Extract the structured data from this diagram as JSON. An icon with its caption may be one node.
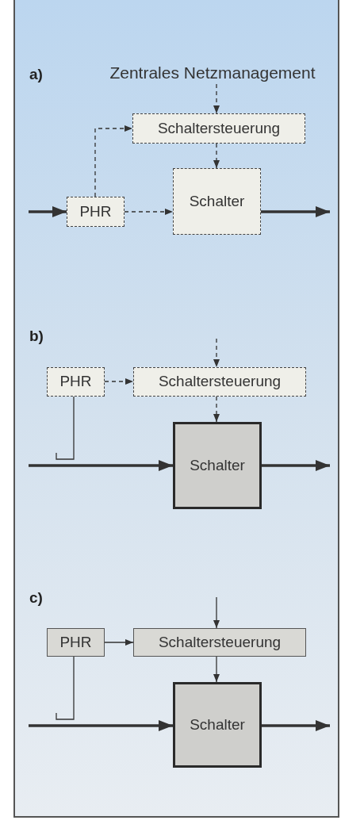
{
  "diagram": {
    "nodes": [
      {
        "text": [
          "Zentrales Netzmanagement"
        ]
      },
      {
        "text": [
          "Schaltersteuerung"
        ]
      },
      {
        "text": [
          "PHR"
        ]
      },
      {
        "text": [
          "Schalter"
        ]
      },
      {
        "text": [
          "PHR"
        ]
      },
      {
        "text": [
          "Schaltersteuerung"
        ]
      },
      {
        "text": [
          "Schalter"
        ]
      },
      {
        "text": [
          "PHR"
        ]
      },
      {
        "text": [
          "Schaltersteuerung"
        ]
      },
      {
        "text": [
          "Schalter"
        ]
      }
    ],
    "edges": [
      {
        "from": 0,
        "to": 1,
        "arrow": "to",
        "style": "dashed"
      },
      {
        "from": 2,
        "to": 1,
        "arrow": "to",
        "style": "dashed"
      },
      {
        "from": 2,
        "to": 3,
        "arrow": "to",
        "style": "dashed"
      },
      {
        "from": 1,
        "to": 3,
        "arrow": "to",
        "style": "dashed"
      },
      {
        "from": null,
        "to": 2,
        "arrow": "to",
        "style": "thick"
      },
      {
        "from": 3,
        "to": null,
        "arrow": "to",
        "style": "thick"
      },
      {
        "from": null,
        "to": 5,
        "arrow": "to",
        "style": "dashed"
      },
      {
        "from": 4,
        "to": 5,
        "arrow": "to",
        "style": "dashed"
      },
      {
        "from": 5,
        "to": 6,
        "arrow": "to",
        "style": "dashed"
      },
      {
        "from": null,
        "to": 6,
        "arrow": "to",
        "style": "thick"
      },
      {
        "from": 6,
        "to": null,
        "arrow": "to",
        "style": "thick"
      },
      {
        "from": 4,
        "to": null,
        "arrow": "none"
      },
      {
        "from": null,
        "to": 8,
        "arrow": "to"
      },
      {
        "from": 7,
        "to": 8,
        "arrow": "to"
      },
      {
        "from": 8,
        "to": 9,
        "arrow": "to"
      },
      {
        "from": null,
        "to": 9,
        "arrow": "to",
        "style": "thick"
      },
      {
        "from": 9,
        "to": null,
        "arrow": "to",
        "style": "thick"
      },
      {
        "from": 7,
        "to": null,
        "arrow": "none"
      }
    ],
    "labels": [
      "a)",
      "b)",
      "c)"
    ]
  }
}
